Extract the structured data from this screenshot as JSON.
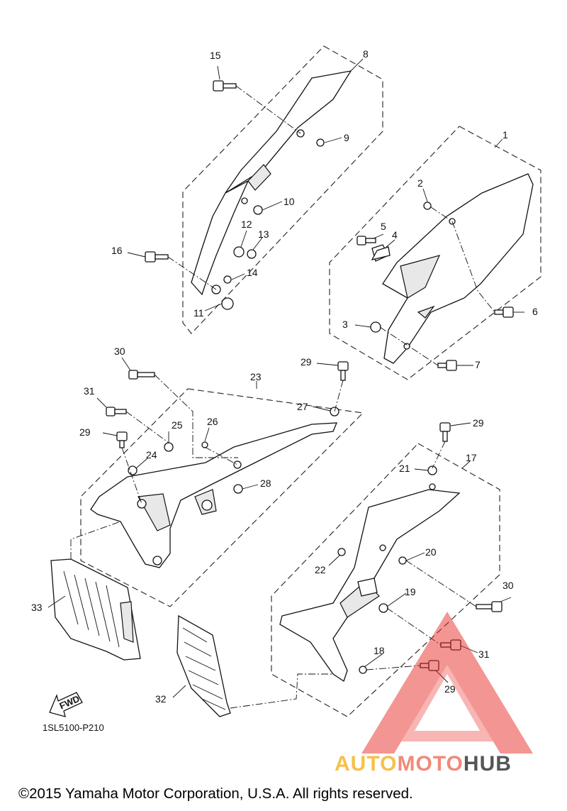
{
  "diagram": {
    "callouts": [
      "1",
      "2",
      "3",
      "4",
      "5",
      "6",
      "7",
      "8",
      "9",
      "10",
      "11",
      "12",
      "13",
      "14",
      "15",
      "16",
      "17",
      "18",
      "19",
      "20",
      "21",
      "22",
      "23",
      "24",
      "25",
      "26",
      "27",
      "28",
      "29",
      "30",
      "31",
      "32",
      "33"
    ],
    "fwd_label": "FWD",
    "part_code": "1SL5100-P210",
    "copyright": "©2015 Yamaha Motor Corporation, U.S.A. All rights reserved."
  },
  "watermark": {
    "brand_part1": "AUTO",
    "brand_part2": "MOTO",
    "brand_part3": "HUB",
    "colors": {
      "triangle": "#e8302a",
      "auto": "#f6c04a",
      "moto": "#f08a7a",
      "hub": "#555555"
    }
  }
}
